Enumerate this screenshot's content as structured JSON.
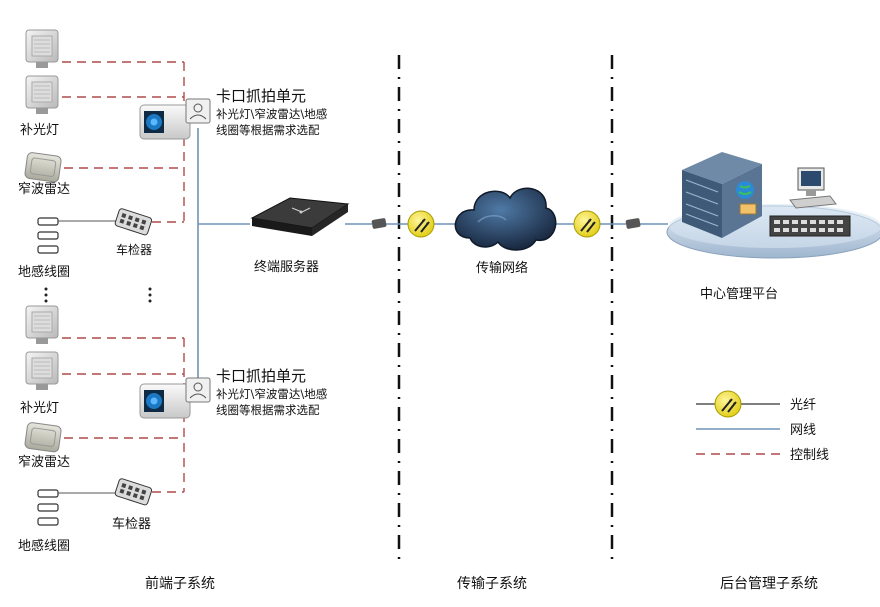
{
  "front": {
    "unit_title": "卡口抓拍单元",
    "unit_note_line1": "补光灯\\窄波雷达\\地感",
    "unit_note_line2": "线圈等根据需求选配",
    "fill_light": "补光灯",
    "radar": "窄波雷达",
    "loop": "地感线圈",
    "detector": "车检器",
    "server": "终端服务器"
  },
  "transport": {
    "network": "传输网络"
  },
  "backend": {
    "platform": "中心管理平台"
  },
  "subsystems": {
    "front": "前端子系统",
    "transport": "传输子系统",
    "backend": "后台管理子系统"
  },
  "legend": {
    "fiber": "光纤",
    "network": "网线",
    "control": "控制线"
  },
  "colors": {
    "control_line": "#b04a4a",
    "network_line": "#6f93b8",
    "fiber_icon": "#f2e31b",
    "cloud": "#2d4a6e"
  }
}
